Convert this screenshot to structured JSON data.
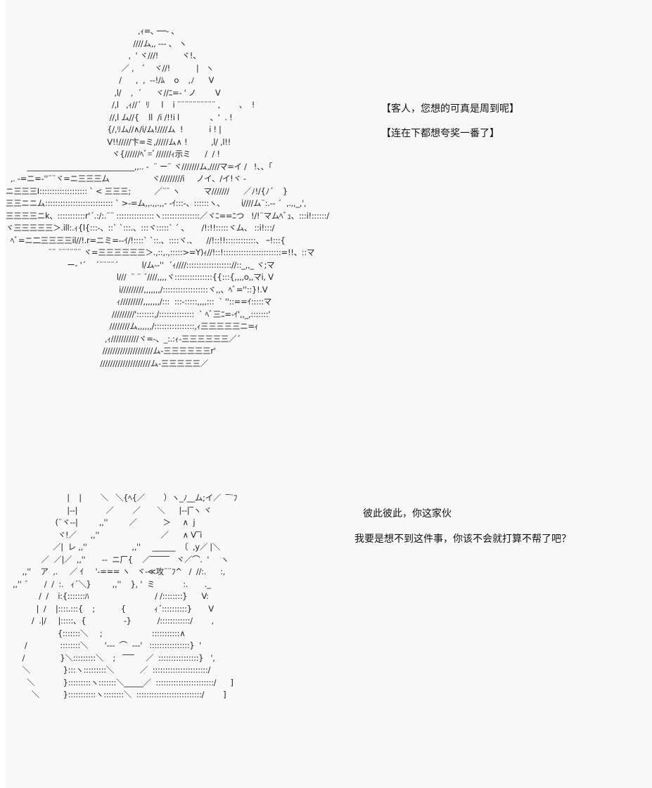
{
  "scene1": {
    "art_lines": [
      "                                                        ,ｨ=､ ──‐ 、",
      "                                                      ////ム,, --‐ 、 ヽ",
      "                                                    ,  ' ヾ///!          ヾ!、",
      "                                                 ／ ,   ´    ヾ//!           |   ヽ",
      "                                                /      ,  ,  ‐‐!/ﾑ    o    ,ﾉ      V",
      "                                              ,l/    ,  ´      ヾ//ﾆ=‐ ' ノ        V",
      "                                             /,l   ,ｨ//´  ﾘ     l    i ¨¨¨¨¨¨¨¨¨¨ ,        、  ! ",
      "                                            //,l ム//{    ll  /i /!!i l             、'  . !",
      "                                           {/,ﾘム//∧/i/ム!////ム  !           i ! | ",
      "                                           V!!/////卞=ミ,/////ム∧ !          ,l/ ,l!!",
      "                                             ヾ{//////ﾍﾞ=ﾞ//////ｨ示ミ      /  / !",
      "         ____________________________,,.. ‐  ¨ ー¨ ヾ///////ム,////マ=イ /   !、、「",
      "  ,. ‐=ニ=-''¨¨ヾ=ニ三三三ム                  ヾ/////////i     ノイ、/イ!ヾ ‐",
      "ニ三三三I::::::::::::::::::: ` < 三三三;          ／¨¨ ヽ          マ///////      ／ﾉ!/{ﾉ´    }",
      "三三ニニム::::::::::::::::::::::::::: ` >‐=ム,,.,,.,,- ‐ｲ:::‐、::::::ヽ、       i////ム¨:.‐‐ ´  ,.,,_,',",
      "三三三三ニk、:::::::::::r'´.:/:.¨¨ :::::::::::::::ヽ:::::::::::::::／ヾﾆ==ﾆつ   !/!¨マムﾍﾞｭ、:::i!::::::/",
      "ヾ三三三三三＞.ill:.ｨ{l{:::‐、::` `:::.、:::ヾ:::::` ´ ､       /!:!!:::::ヾム、 ::i!:::/",
      "  ﾍﾞ=ニ二三三三三il//!.r=ニミ=‐‐ｲ/!::::` `::.、::::ヾ.、    //!::!!::::::::::::、 ｰ!:::{",
      "                  ¨¨ ¨¨¨¨¨¨ ヾ=三三三三三三＞.,::,.,:::::>=Y)ｨ//!::!:::::::::::::::::::::::=!!、::マ",
      "                          ー‐ '´    ´¨¨¨¨´          l/ム‐‐''  ´ｨ////:::::::::::::::::://::_,,_ ヾ;マ",
      "                                               l///  ¨ ¨ ´////,,,,ヾ:::::::::::::::{{:::{,,,,o,,マi, V",
      "                                                i/////////,,,,,,,/::::::::::::::::::ヾ,,、ﾍﾞ=''::}!.V",
      "                                               ｨ/////////,,,,,,,/:::  :::‐:::::,,,,:::  ` ''::==ｲ:::::マ",
      "                                             /////////':::::::,/::::::::::::::  ` ﾍﾞ三ﾆ=‐ｲ',,_,:::::::'",
      "                                            ////////ム,,,,,,/::::::::::::::::,ｨ三三三三三ニ=ｨ",
      "                                          ,ｨ///////////ヾ=‐、_:.:ｨ‐三三三三三三／´",
      "                                         ////////////////////ム‐三三三三三三r'",
      "                                        ////////////////////ム‐三三三三三／"
    ],
    "dialog": [
      "【客人，您想的可真是周到呢】",
      "【连在下都想夸奖一番了】"
    ]
  },
  "scene2": {
    "art_lines": [
      "                          |    |        ＼   ＼{ﾍ{／        ）ヽ_ﾉ__ム;イ／  ‾¨ﾌ",
      "                          |‐‐|            ／        ／       ＼      |‐‐|‾ヽ ヾ",
      "                     (¨ヾ‐‐|         ,,''         ／           ＞     ∧  j",
      "                      ヾ!／      ,,''                          ／      ∧ V‾i",
      "                    ／|  レ ,,''                   ,,''     ______  〔  ,y／ |＼",
      "               ／  ／|／  ,,''       ‐‐  ニ厂{    ／‾‾‾‾‾   ヾ／⌒.  '     ヽ",
      "       ,,''    ア  ,.     ／ ｲ     '‐=== ヽ   ヾ‐≪攻¨¨ﾌ^   /  //:.      :,",
      "   ,,'' ´       /  /  :.   ｨ´＼}         ,,''    }, '  ミ            :.       ._",
      "              /  /    i:{:::::::ﾊ                            / /::::::::}      V:",
      "             |  /    |::::.:::{    ;           {            ｨ´::::::::::}       V",
      "           /  .|/     |:::::、{                ‐}           /::::::::::::/        ,",
      "                      {:::::::＼     ;                     :::::::::::∧",
      "        /              ::::::::＼       '‐‐‐  ⌒  ‐‐‐'   ::::::::::::::::}  '",
      "       /               }＼:::::::::＼    ;   ‾‾‾     ／  ::::::::::::::::}   ',",
      "       ＼              }:::ヽ:::::::::＼           ／  ::::::::::::::::::::::/",
      "         ＼            }:::::::::ヽ:::::::＼_____／  :::::::::::::::::::::::/      ]",
      "           ＼          }:::::::::::ヽ::::::::＼  ::::::::::::::::::::::::::/        ]"
    ],
    "dialog": [
      "彼此彼此，你这家伙",
      "我要是想不到这件事，你该不会就打算不帮了吧？"
    ]
  }
}
